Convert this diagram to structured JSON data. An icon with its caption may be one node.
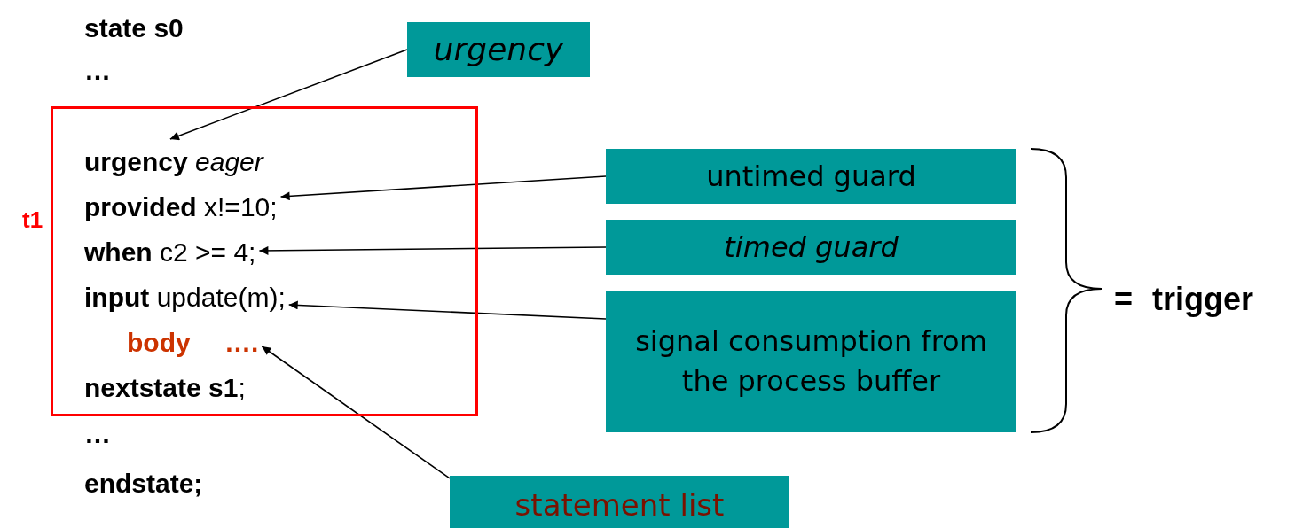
{
  "diagram": {
    "nodes": [
      {
        "text": [],
        "shape": "box",
        "beside": [
          "t1"
        ]
      },
      {
        "text": [
          "**urgency** *eager*"
        ],
        "in": 0
      },
      {
        "text": [
          "**provided** x!=10;"
        ],
        "in": 0
      },
      {
        "text": [
          "**when** c2 >= 4;"
        ],
        "in": 0
      },
      {
        "text": [
          "**input** update(m);"
        ],
        "in": 0
      },
      {
        "text": [
          "body …."
        ],
        "in": 0
      },
      {
        "text": [
          "urgency"
        ]
      },
      {
        "text": [
          "untimed guard"
        ]
      },
      {
        "text": [
          "timed guard"
        ]
      },
      {
        "text": [
          "signal consumption from the process buffer"
        ]
      },
      {
        "text": [
          "statement list"
        ]
      }
    ],
    "edges": [
      {
        "from": 6,
        "to": 1,
        "arrow": "to"
      },
      {
        "from": 7,
        "to": 2,
        "arrow": "to"
      },
      {
        "from": 8,
        "to": 3,
        "arrow": "to"
      },
      {
        "from": 9,
        "to": 4,
        "arrow": "to"
      },
      {
        "from": 10,
        "to": 5,
        "arrow": "to"
      }
    ],
    "labels": [
      "**state** **s0**",
      "…",
      "**nextstate** **s1**;",
      "…",
      "**endstate;**",
      "= trigger"
    ]
  }
}
